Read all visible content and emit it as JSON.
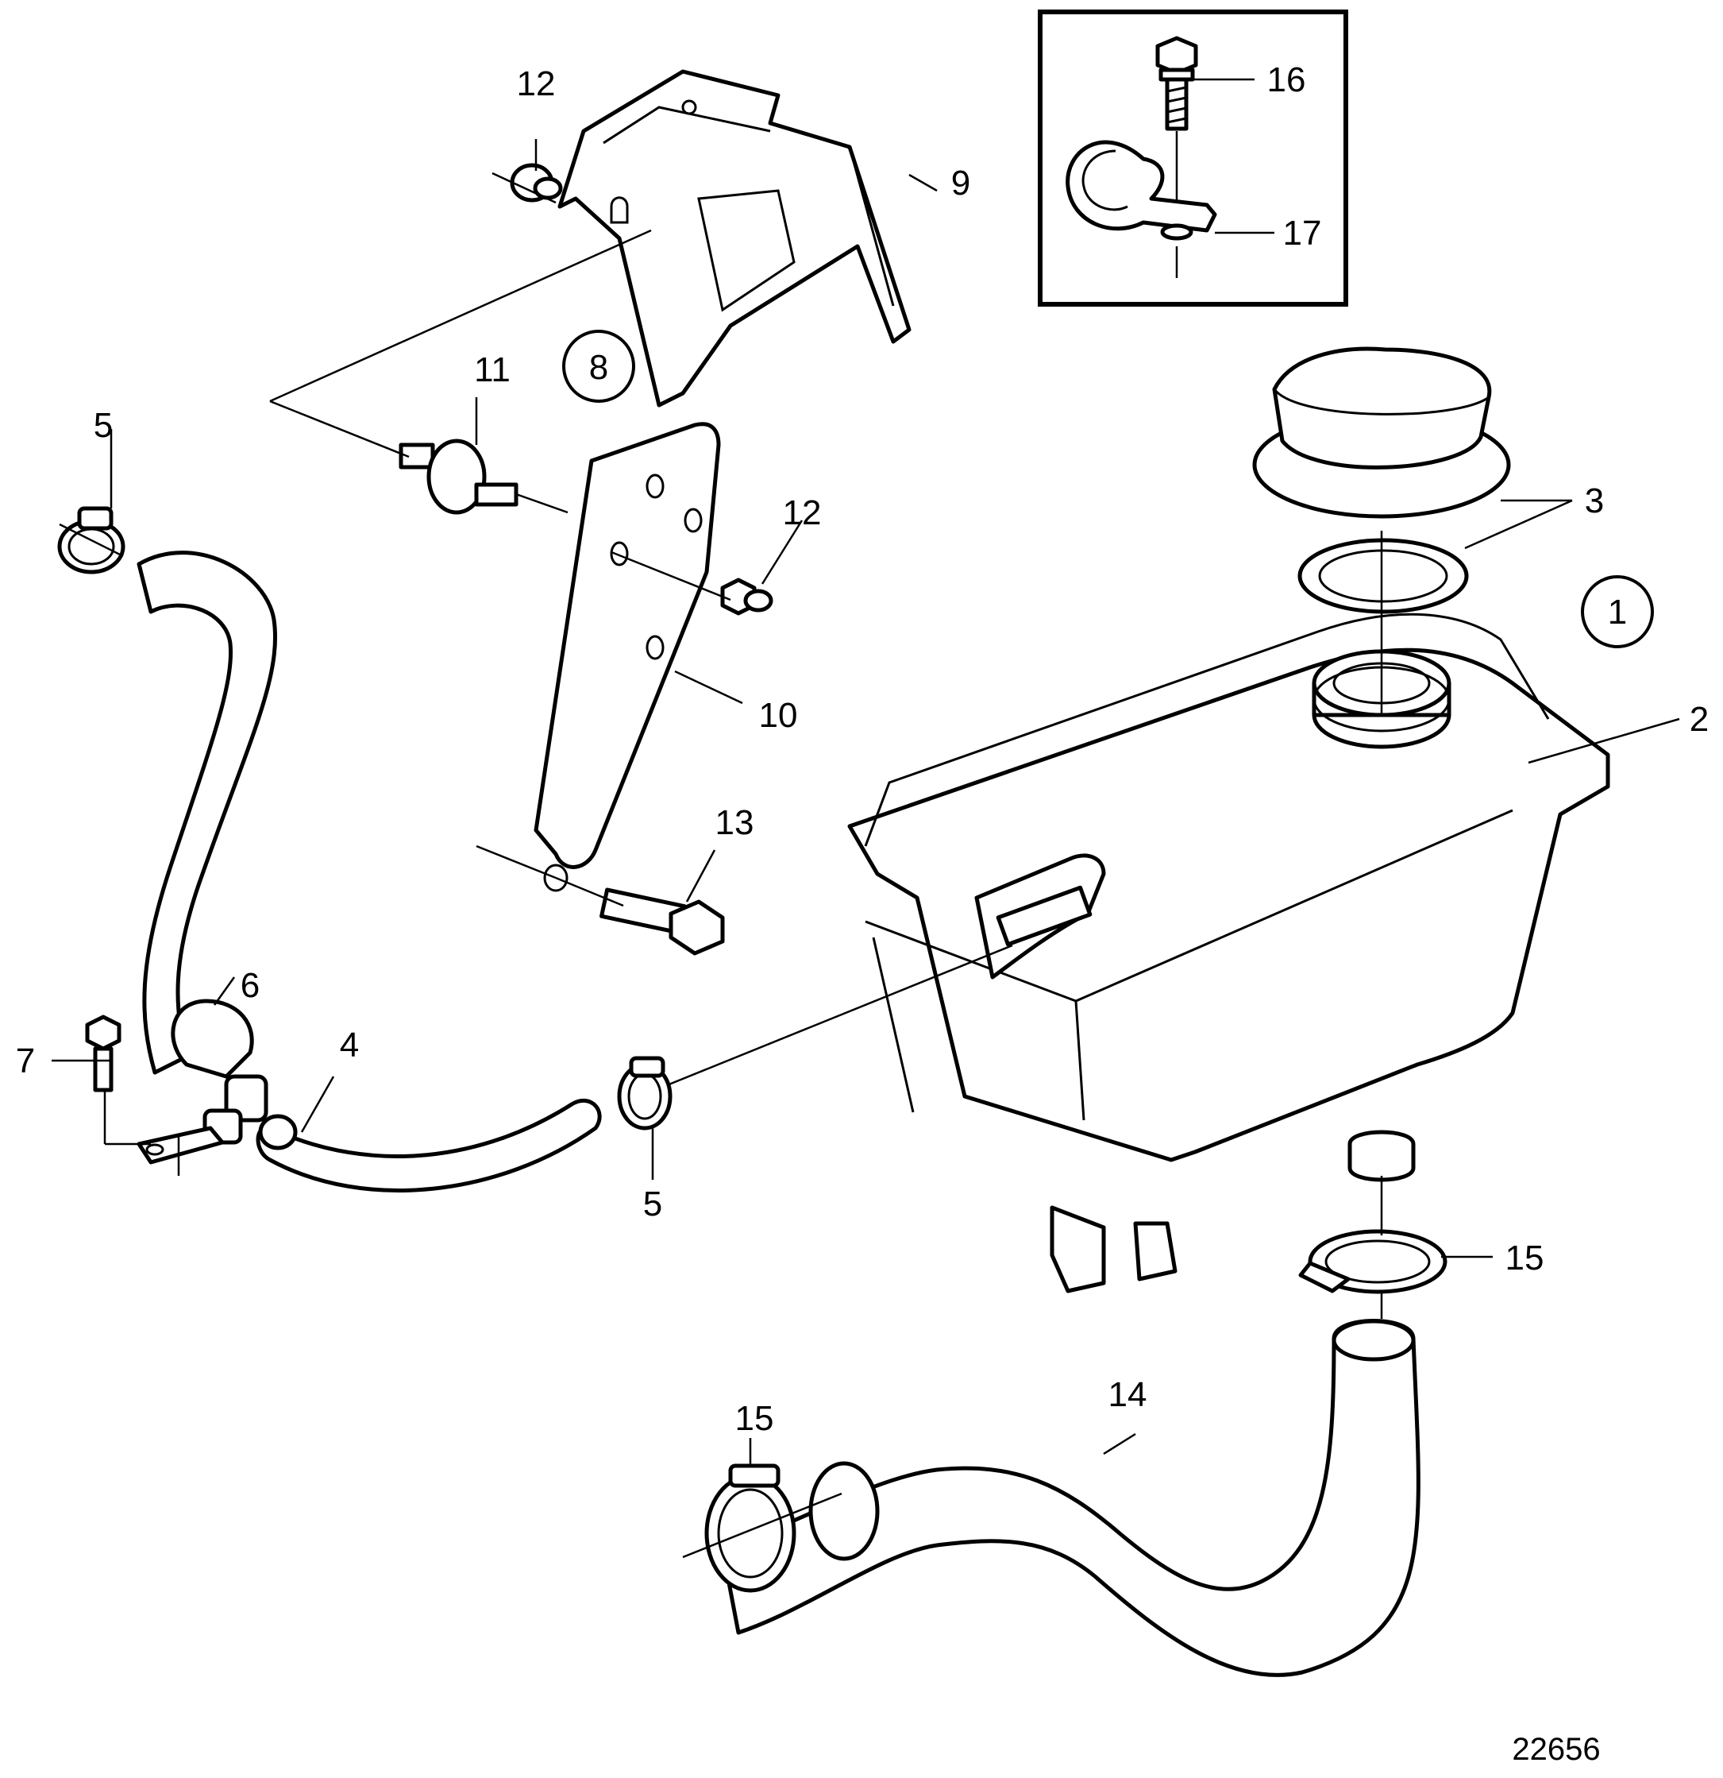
{
  "labels": {
    "p1": "1",
    "p2": "2",
    "p3": "3",
    "p4": "4",
    "p5a": "5",
    "p5b": "5",
    "p6": "6",
    "p7": "7",
    "p8": "8",
    "p9": "9",
    "p10": "10",
    "p11": "11",
    "p12a": "12",
    "p12b": "12",
    "p13": "13",
    "p14": "14",
    "p15a": "15",
    "p15b": "15",
    "p16": "16",
    "p17": "17"
  },
  "figure_number": "22656"
}
